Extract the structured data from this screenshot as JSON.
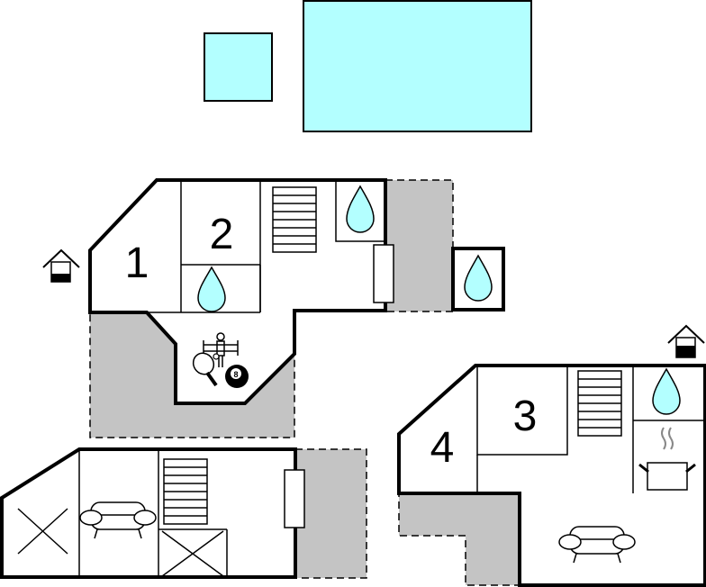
{
  "rooms": {
    "r1": "1",
    "r2": "2",
    "r3": "3",
    "r4": "4"
  },
  "pool_ball_number": "8",
  "colors": {
    "water": "#b3ffff",
    "terrace": "#c4c4c4",
    "wall": "#000000",
    "background": "#ffffff"
  },
  "icons": [
    "pool",
    "water-drop-icon",
    "stairs-icon",
    "sofa-icon",
    "bed-icon",
    "house-entrance-icon",
    "foosball-icon",
    "table-tennis-icon",
    "billiard-ball-icon",
    "stove-icon"
  ]
}
